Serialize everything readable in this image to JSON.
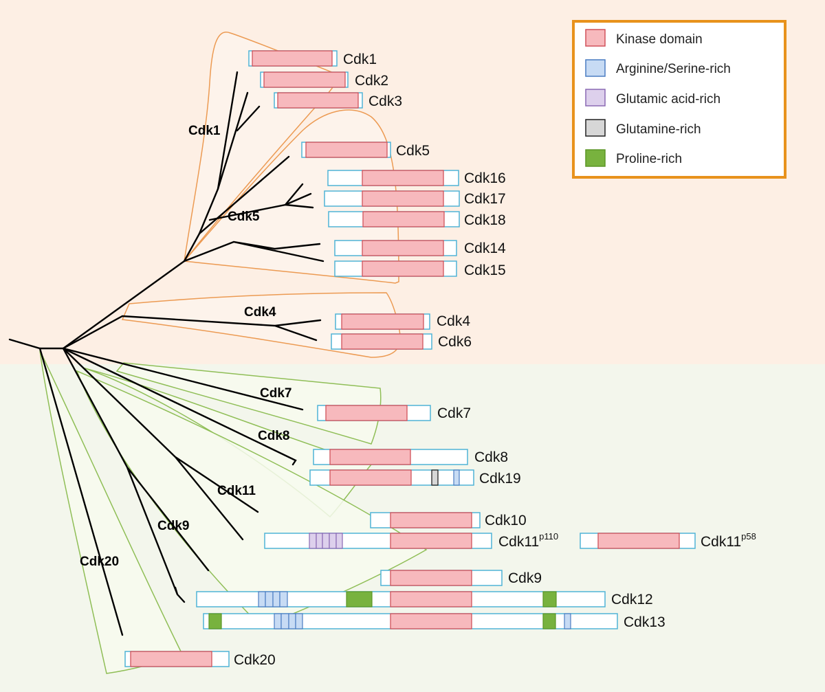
{
  "colors": {
    "upper_background": "#fdefe4",
    "lower_background": "#f3f6ec",
    "upper_clade_stroke": "#ec9a52",
    "upper_clade_fill": "#fdf3ec",
    "lower_clade_stroke": "#8fbe56",
    "lower_clade_fill": "#f7faef",
    "protein_outline": "#4fb3d6",
    "legend_border": "#e8921c",
    "tree_branch": "#000000"
  },
  "legend": {
    "items": [
      {
        "label": "Kinase domain",
        "key": "kinase",
        "fill": "#f7b9bd",
        "stroke": "#d0515a"
      },
      {
        "label": "Arginine/Serine-rich",
        "key": "rs",
        "fill": "#c7dbf4",
        "stroke": "#4a7cc2"
      },
      {
        "label": "Glutamic acid-rich",
        "key": "glu",
        "fill": "#ddd0ec",
        "stroke": "#8a68b3"
      },
      {
        "label": "Glutamine-rich",
        "key": "gln",
        "fill": "#d7d7d7",
        "stroke": "#222222"
      },
      {
        "label": "Proline-rich",
        "key": "pro",
        "fill": "#78b23e",
        "stroke": "#5b9626"
      }
    ]
  },
  "group_labels": [
    "Cdk1",
    "Cdk5",
    "Cdk4",
    "Cdk7",
    "Cdk8",
    "Cdk11",
    "Cdk9",
    "Cdk20"
  ],
  "proteins": [
    {
      "name": "Cdk1"
    },
    {
      "name": "Cdk2"
    },
    {
      "name": "Cdk3"
    },
    {
      "name": "Cdk5"
    },
    {
      "name": "Cdk16"
    },
    {
      "name": "Cdk17"
    },
    {
      "name": "Cdk18"
    },
    {
      "name": "Cdk14"
    },
    {
      "name": "Cdk15"
    },
    {
      "name": "Cdk4"
    },
    {
      "name": "Cdk6"
    },
    {
      "name": "Cdk7"
    },
    {
      "name": "Cdk8"
    },
    {
      "name": "Cdk19"
    },
    {
      "name": "Cdk10"
    },
    {
      "name": "Cdk11",
      "sup": "p110"
    },
    {
      "name": "Cdk11",
      "sup": "p58"
    },
    {
      "name": "Cdk9"
    },
    {
      "name": "Cdk12"
    },
    {
      "name": "Cdk13"
    },
    {
      "name": "Cdk20"
    }
  ]
}
